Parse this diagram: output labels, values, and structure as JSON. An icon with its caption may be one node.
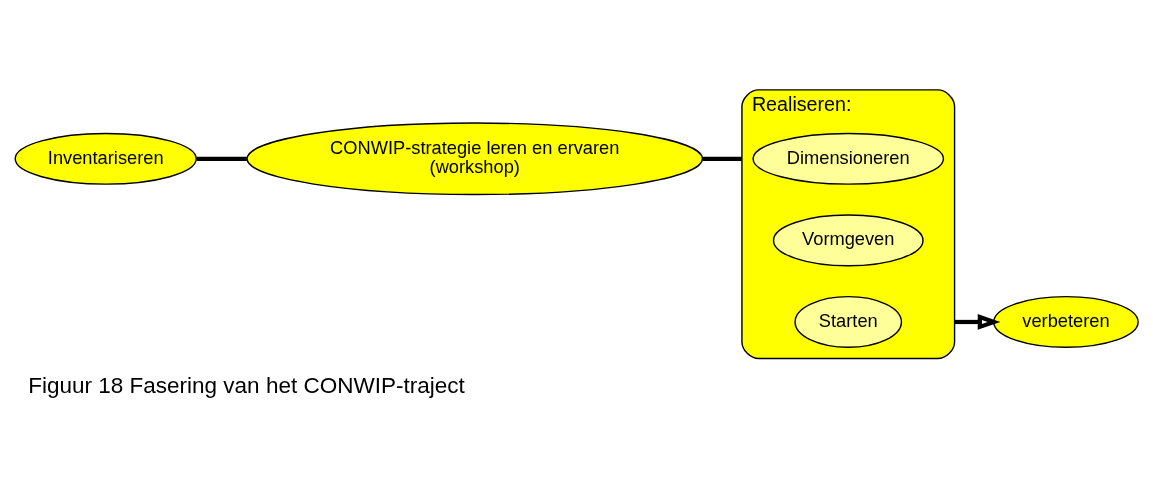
{
  "diagram": {
    "caption": "Figuur 18 Fasering van het CONWIP-traject",
    "nodes": [
      {
        "text": [
          "Inventariseren"
        ]
      },
      {
        "text": [
          "CONWIP-strategie leren en ervaren",
          "(workshop)"
        ]
      },
      {
        "text": [
          "Realiseren:"
        ]
      },
      {
        "text": [
          "Dimensioneren"
        ],
        "in": 2
      },
      {
        "text": [
          "Vormgeven"
        ],
        "in": 2
      },
      {
        "text": [
          "Starten"
        ],
        "in": 2
      },
      {
        "text": [
          "verbeteren"
        ]
      }
    ],
    "edges": [
      {
        "from": 0,
        "to": 1,
        "arrow": "none"
      },
      {
        "from": 1,
        "to": 2,
        "arrow": "none"
      },
      {
        "from": 2,
        "to": 6,
        "arrow": "to"
      }
    ]
  }
}
